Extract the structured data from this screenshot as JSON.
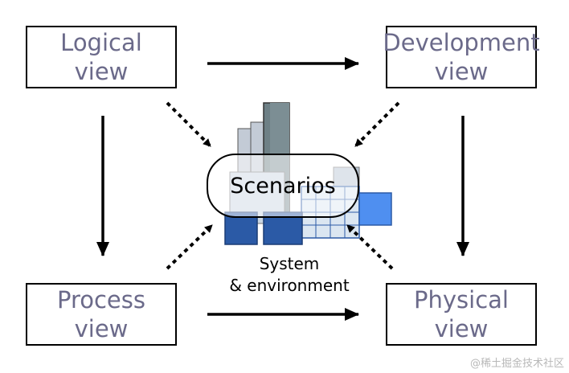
{
  "views": {
    "logical": {
      "line1": "Logical",
      "line2": "view"
    },
    "development": {
      "line1": "Development",
      "line2": "view"
    },
    "process": {
      "line1": "Process",
      "line2": "view"
    },
    "physical": {
      "line1": "Physical",
      "line2": "view"
    }
  },
  "center": {
    "scenarios": "Scenarios",
    "system_line1": "System",
    "system_line2": "& environment"
  },
  "watermark": "@稀土掘金技术社区",
  "colors": {
    "view_text": "#6b6a8a",
    "building_dark_blue": "#2b5aa6",
    "building_light_blue": "#4f8ff0",
    "building_gray": "#6e8086"
  }
}
